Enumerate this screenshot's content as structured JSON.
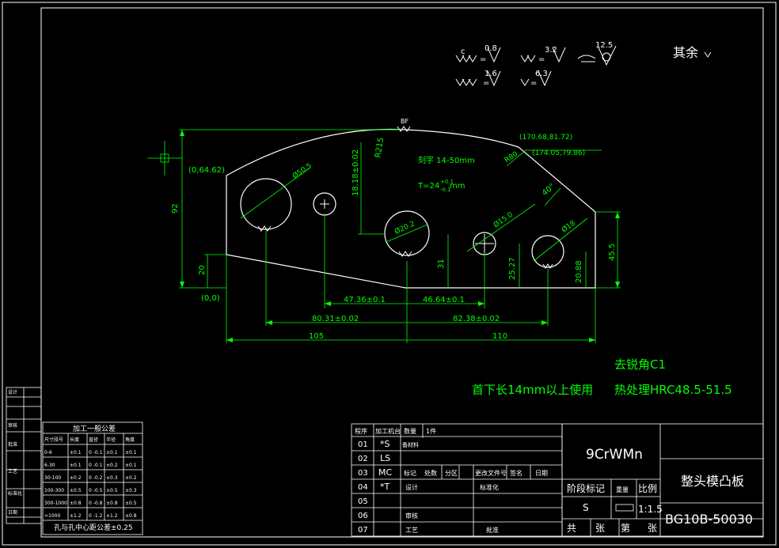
{
  "colors": {
    "background": "#000000",
    "outline": "#ffffff",
    "dimension": "#00ff00",
    "hatch": "#2a2a2a"
  },
  "roughness": {
    "r1_left": "c",
    "r1_val": "0.8",
    "r2_val": "3.2",
    "r3_val": "12.5",
    "r4_val": "1.6",
    "r5_val": "6.3",
    "rest": "其余"
  },
  "coords": {
    "origin": "(0,0)",
    "left_top": "(0,64.62)",
    "p1": "(170.68,81.72)",
    "p2": "(174.05,79.86)"
  },
  "dims": {
    "d_92": "92",
    "d_20": "20",
    "d_1818": "18.18±0.02",
    "d_r15": "R215",
    "d_holeA": "Ø50.5",
    "d_holeB": "Ø20.2",
    "d_holeC": "Ø15.0",
    "d_holeD": "Ø18",
    "d_r80": "R80",
    "d_40deg": "40°",
    "d_31": "31",
    "d_2527": "25.27",
    "d_2088": "20.88",
    "d_455": "45.5",
    "d_4736": "47.36±0.1",
    "d_4664": "46.64±0.1",
    "d_8031": "80.31±0.02",
    "d_8238": "82.38±0.02",
    "d_105": "105",
    "d_110": "110",
    "bf": "BF"
  },
  "notes": {
    "engrave": "刻字 14-50mm",
    "thickness": "T=24",
    "t_up": "+0.1",
    "t_dn": "-0.1",
    "t_unit": "mm",
    "deburr": "去锐角C1",
    "heat": "热处理HRC48.5-51.5",
    "usage": "首下长14mm以上使用"
  },
  "tolerance_table": {
    "title": "加工一般公差",
    "headers": [
      "尺寸段号",
      "长度",
      "直径",
      "半径",
      "角度"
    ],
    "rows": [
      [
        "0-6",
        "±0.1",
        "0 -0.1",
        "±0.1",
        "±0.1"
      ],
      [
        "6-30",
        "±0.1",
        "0 -0.1",
        "±0.2",
        "±0.1"
      ],
      [
        "30-100",
        "±0.2",
        "0 -0.2",
        "±0.3",
        "±0.2"
      ],
      [
        "100-300",
        "±0.5",
        "0 -0.5",
        "±0.5",
        "±0.3"
      ],
      [
        "300-1000",
        "±0.8",
        "0 -0.8",
        "±0.8",
        "±0.5"
      ],
      [
        ">1000",
        "±1.2",
        "0 -1.2",
        "±1.2",
        "±0.8"
      ]
    ],
    "footer": "孔与孔中心距公差±0.25"
  },
  "left_strip": {
    "labels": [
      "设计",
      "审核",
      "批准",
      "工艺",
      "标准化",
      "日期"
    ]
  },
  "process_table": {
    "headers": [
      "程序",
      "加工机台",
      "数量",
      "1件"
    ],
    "rows": [
      [
        "01",
        "*S",
        "备材料"
      ],
      [
        "02",
        "LS",
        ""
      ],
      [
        "03",
        "MC",
        ""
      ],
      [
        "04",
        "*T",
        ""
      ],
      [
        "05",
        "",
        ""
      ],
      [
        "06",
        "",
        ""
      ],
      [
        "07",
        "",
        ""
      ]
    ],
    "mid_labels": [
      "标记",
      "处数",
      "分区",
      "更改文件号",
      "签名",
      "日期"
    ],
    "sign_labels": [
      "设计",
      "标准化",
      "审核",
      "工艺",
      "批准"
    ]
  },
  "title_block": {
    "material": "9CrWMn",
    "stage": "阶段标记",
    "weight": "重量",
    "scale_label": "比例",
    "scale": "1:1.5",
    "stage_mark": "S",
    "part_name": "整头模凸板",
    "drawing_no": "BG10B-50030",
    "total": "共",
    "sheet": "张",
    "no": "第",
    "sheet2": "张"
  }
}
